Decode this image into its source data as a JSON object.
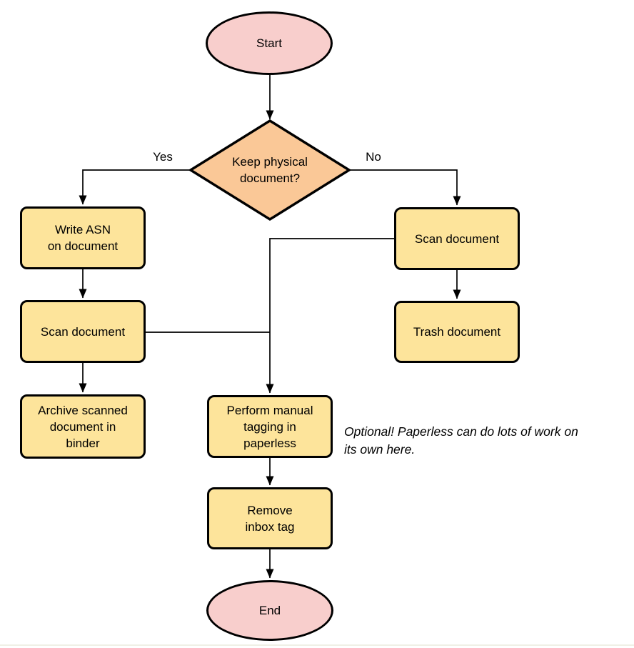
{
  "colors": {
    "terminal_fill": "#F8CECC",
    "process_fill": "#FDE49B",
    "decision_fill": "#FAC897",
    "stroke": "#000000",
    "bottom_rule": "#F0F0E6"
  },
  "nodes": {
    "start": {
      "label": "Start"
    },
    "decision": {
      "label": "Keep physical\ndocument?"
    },
    "write_asn": {
      "label": "Write ASN\non document"
    },
    "scan_left": {
      "label": "Scan document"
    },
    "archive": {
      "label": "Archive scanned\ndocument in\nbinder"
    },
    "scan_right": {
      "label": "Scan document"
    },
    "trash": {
      "label": "Trash document"
    },
    "tagging": {
      "label": "Perform manual\ntagging in\npaperless"
    },
    "remove_inbox": {
      "label": "Remove\ninbox tag"
    },
    "end": {
      "label": "End"
    }
  },
  "edge_labels": {
    "yes": "Yes",
    "no": "No"
  },
  "note": {
    "text": "Optional! Paperless can do lots of work on\nits own here."
  }
}
